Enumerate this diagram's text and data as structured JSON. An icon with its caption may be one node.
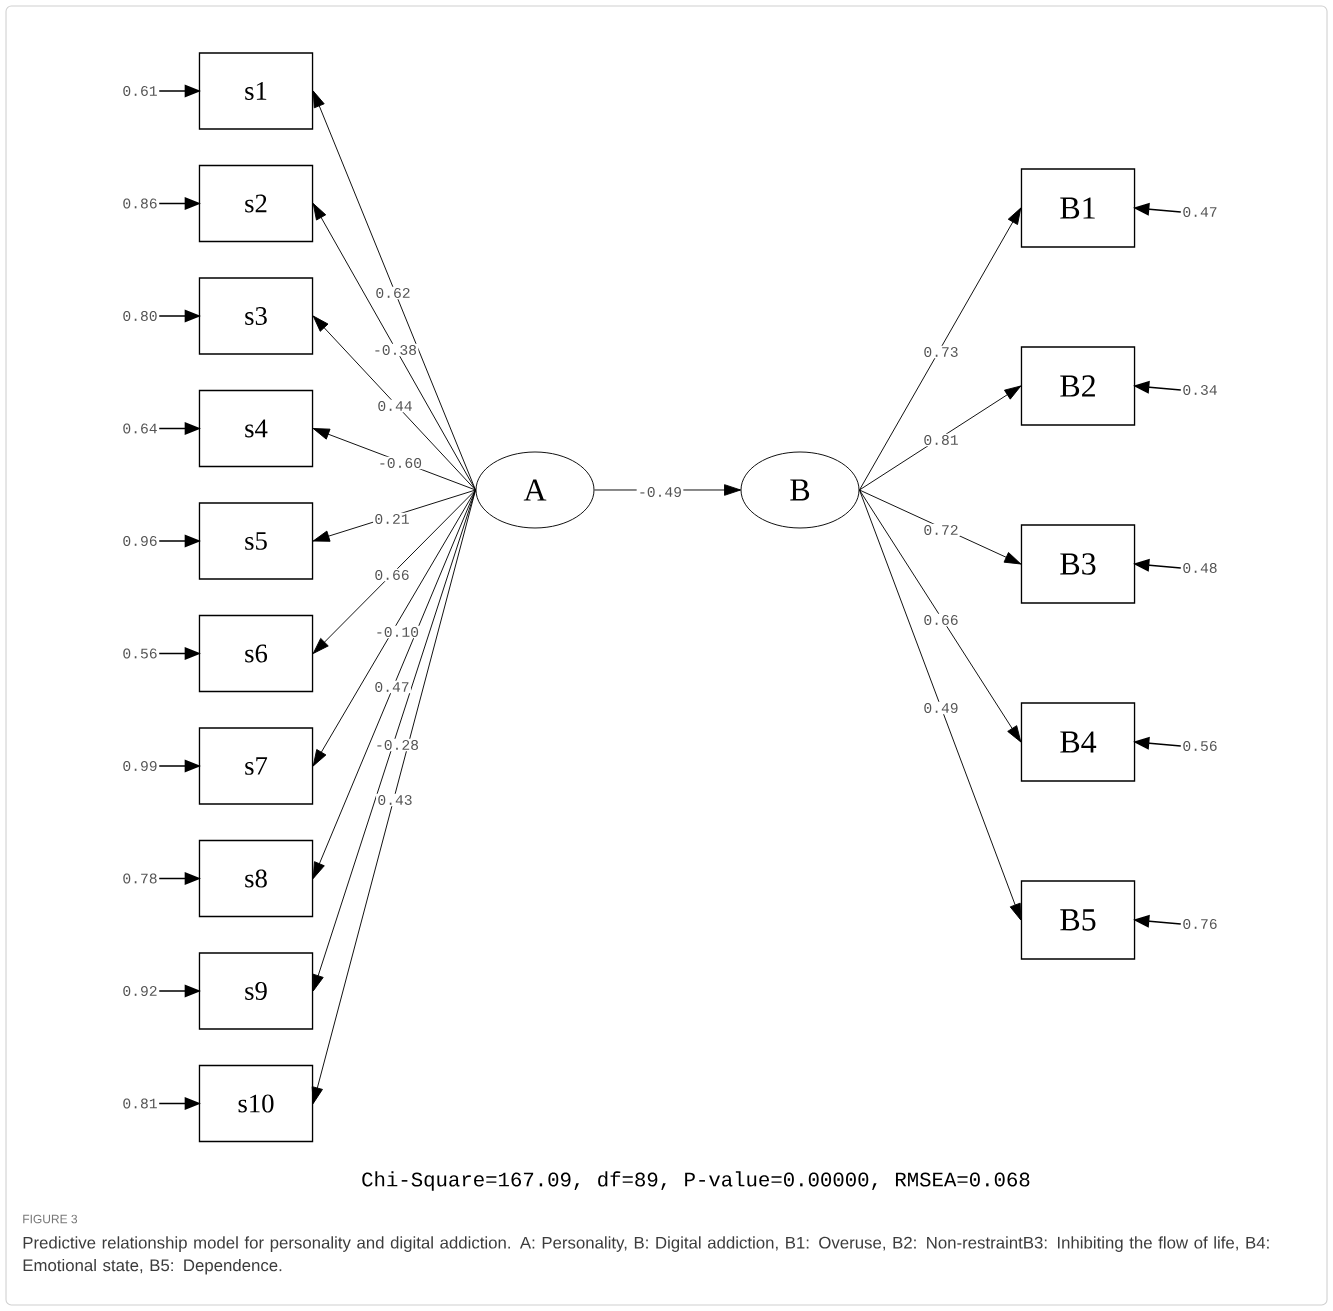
{
  "diagram": {
    "caption": "Predictive relationship model for personality and digital addiction. A: Personality, B: Digital addiction, B1: Overuse, B2: Non-restraintB3: Inhibiting the flow of life, B4: Emotional state, B5: Dependence.",
    "nodes": [
      {
        "text": [
          "s1"
        ]
      },
      {
        "text": [
          "s2"
        ]
      },
      {
        "text": [
          "s3"
        ]
      },
      {
        "text": [
          "s4"
        ]
      },
      {
        "text": [
          "s5"
        ]
      },
      {
        "text": [
          "s6"
        ]
      },
      {
        "text": [
          "s7"
        ]
      },
      {
        "text": [
          "s8"
        ]
      },
      {
        "text": [
          "s9"
        ]
      },
      {
        "text": [
          "s10"
        ]
      },
      {
        "text": [
          "A"
        ]
      },
      {
        "text": [
          "B"
        ]
      },
      {
        "text": [
          "B1"
        ]
      },
      {
        "text": [
          "B2"
        ]
      },
      {
        "text": [
          "B3"
        ]
      },
      {
        "text": [
          "B4"
        ]
      },
      {
        "text": [
          "B5"
        ]
      },
      {
        "text": [
          "0.61"
        ]
      },
      {
        "text": [
          "0.86"
        ]
      },
      {
        "text": [
          "0.80"
        ]
      },
      {
        "text": [
          "0.64"
        ]
      },
      {
        "text": [
          "0.96"
        ]
      },
      {
        "text": [
          "0.56"
        ]
      },
      {
        "text": [
          "0.99"
        ]
      },
      {
        "text": [
          "0.78"
        ]
      },
      {
        "text": [
          "0.92"
        ]
      },
      {
        "text": [
          "0.81"
        ]
      },
      {
        "text": [
          "0.47"
        ]
      },
      {
        "text": [
          "0.34"
        ]
      },
      {
        "text": [
          "0.48"
        ]
      },
      {
        "text": [
          "0.56"
        ]
      },
      {
        "text": [
          "0.76"
        ]
      }
    ],
    "edges": [
      {
        "from": 10,
        "to": 0,
        "arrow": "to",
        "label": "0.62"
      },
      {
        "from": 10,
        "to": 1,
        "arrow": "to",
        "label": "-0.38"
      },
      {
        "from": 10,
        "to": 2,
        "arrow": "to",
        "label": "0.44"
      },
      {
        "from": 10,
        "to": 3,
        "arrow": "to",
        "label": "-0.60"
      },
      {
        "from": 10,
        "to": 4,
        "arrow": "to",
        "label": "0.21"
      },
      {
        "from": 10,
        "to": 5,
        "arrow": "to",
        "label": "0.66"
      },
      {
        "from": 10,
        "to": 6,
        "arrow": "to",
        "label": "-0.10"
      },
      {
        "from": 10,
        "to": 7,
        "arrow": "to",
        "label": "0.47"
      },
      {
        "from": 10,
        "to": 8,
        "arrow": "to",
        "label": "-0.28"
      },
      {
        "from": 10,
        "to": 9,
        "arrow": "to",
        "label": "0.43"
      },
      {
        "from": 10,
        "to": 11,
        "arrow": "to",
        "label": "-0.49"
      },
      {
        "from": 11,
        "to": 12,
        "arrow": "to",
        "label": "0.73"
      },
      {
        "from": 11,
        "to": 13,
        "arrow": "to",
        "label": "0.81"
      },
      {
        "from": 11,
        "to": 14,
        "arrow": "to",
        "label": "0.72"
      },
      {
        "from": 11,
        "to": 15,
        "arrow": "to",
        "label": "0.66"
      },
      {
        "from": 11,
        "to": 16,
        "arrow": "to",
        "label": "0.49"
      },
      {
        "from": 17,
        "to": 0,
        "arrow": "to"
      },
      {
        "from": 18,
        "to": 1,
        "arrow": "to"
      },
      {
        "from": 19,
        "to": 2,
        "arrow": "to"
      },
      {
        "from": 20,
        "to": 3,
        "arrow": "to"
      },
      {
        "from": 21,
        "to": 4,
        "arrow": "to"
      },
      {
        "from": 22,
        "to": 5,
        "arrow": "to"
      },
      {
        "from": 23,
        "to": 6,
        "arrow": "to"
      },
      {
        "from": 24,
        "to": 7,
        "arrow": "to"
      },
      {
        "from": 25,
        "to": 8,
        "arrow": "to"
      },
      {
        "from": 26,
        "to": 9,
        "arrow": "to"
      },
      {
        "from": 27,
        "to": 12,
        "arrow": "to"
      },
      {
        "from": 28,
        "to": 13,
        "arrow": "to"
      },
      {
        "from": 29,
        "to": 14,
        "arrow": "to"
      },
      {
        "from": 30,
        "to": 15,
        "arrow": "to"
      },
      {
        "from": 31,
        "to": 16,
        "arrow": "to"
      }
    ],
    "labels": [
      "Chi-Square=167.09, df=89, P-value=0.00000, RMSEA=0.068",
      "FIGURE 3"
    ]
  }
}
